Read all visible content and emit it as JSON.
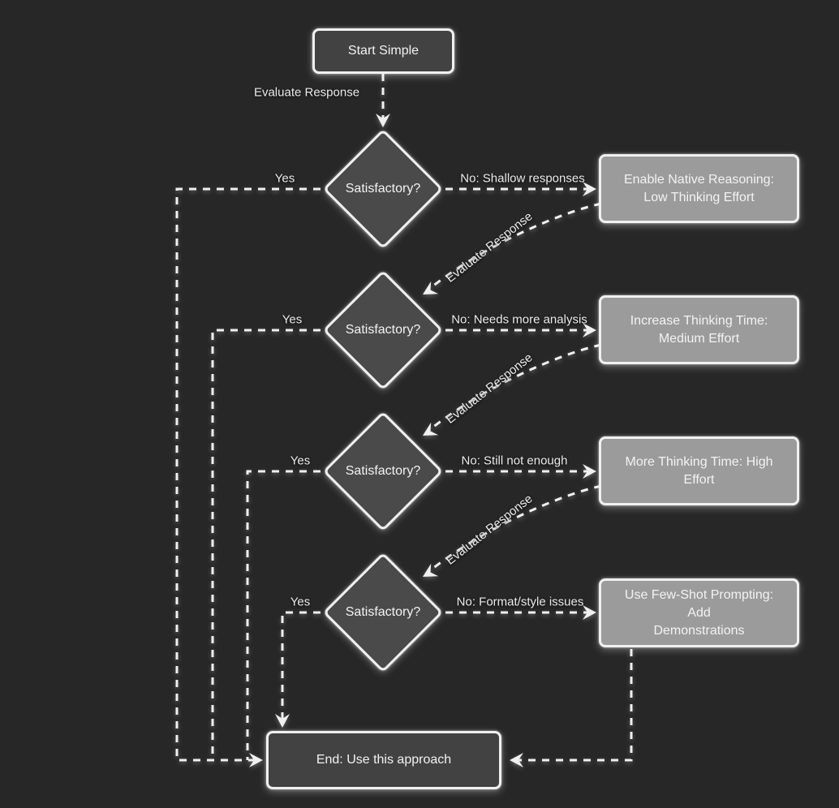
{
  "diagram": {
    "type": "flowchart",
    "theme": {
      "background": "#272727",
      "node_dark_fill": "#424242",
      "diamond_fill": "#4a4a4a",
      "node_light_fill": "#9b9b9b",
      "border_color": "#f0f0f0",
      "edge_color": "#f0f0f0",
      "text_color": "#f3f3f3"
    },
    "nodes": {
      "start": "Start Simple",
      "decision_1": "Satisfactory?",
      "action_1": "Enable Native Reasoning:\nLow Thinking Effort",
      "decision_2": "Satisfactory?",
      "action_2": "Increase Thinking Time:\nMedium Effort",
      "decision_3": "Satisfactory?",
      "action_3": "More Thinking Time: High\nEffort",
      "decision_4": "Satisfactory?",
      "action_4": "Use Few-Shot Prompting: Add\nDemonstrations",
      "end": "End: Use this approach"
    },
    "edge_labels": {
      "start_eval": "Evaluate Response",
      "yes_1": "Yes",
      "yes_2": "Yes",
      "yes_3": "Yes",
      "yes_4": "Yes",
      "no_1": "No: Shallow responses",
      "no_2": "No: Needs more analysis",
      "no_3": "No: Still not enough",
      "no_4": "No: Format/style issues",
      "eval_1": "Evaluate Response",
      "eval_2": "Evaluate Response",
      "eval_3": "Evaluate Response"
    }
  }
}
